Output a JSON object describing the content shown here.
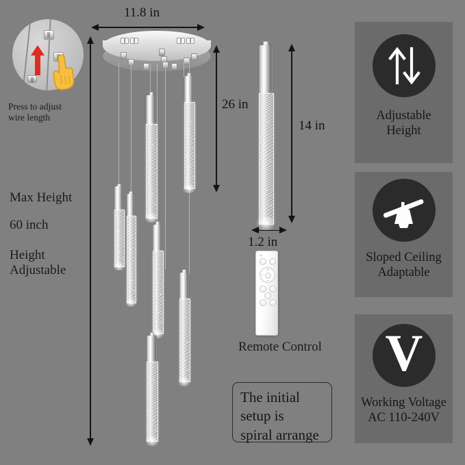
{
  "page": {
    "background_color": "#808080",
    "panel_color": "#6b6b6b",
    "icon_circle_color": "#2b2b2b",
    "accent_red": "#e02b20"
  },
  "dimensions": {
    "canopy_width": "11.8 in",
    "drop_height": "26 in",
    "rod_length": "14 in",
    "rod_diameter": "1.2 in"
  },
  "left_column": {
    "adjust_note": "Press to adjust\nwire length",
    "max_height_label": "Max Height",
    "max_height_value": "60 inch",
    "height_adjustable": "Height\nAdjustable"
  },
  "center_column": {
    "remote_caption": "Remote Control",
    "setup_note": "The initial\nsetup is\nspiral arrange"
  },
  "badges": [
    {
      "icon": "up-down-arrows-icon",
      "label": "Adjustable\nHeight"
    },
    {
      "icon": "sloped-ceiling-lamp-icon",
      "label": "Sloped Ceiling\nAdaptable"
    },
    {
      "icon": "voltage-v-icon",
      "glyph": "V",
      "label": "Working Voltage\nAC 110-240V"
    }
  ],
  "illustration": {
    "name": "press-to-adjust-wire-illustration",
    "hand_glyph": "👆"
  },
  "chandelier": {
    "rod_count": 7,
    "arrangement": "spiral"
  }
}
